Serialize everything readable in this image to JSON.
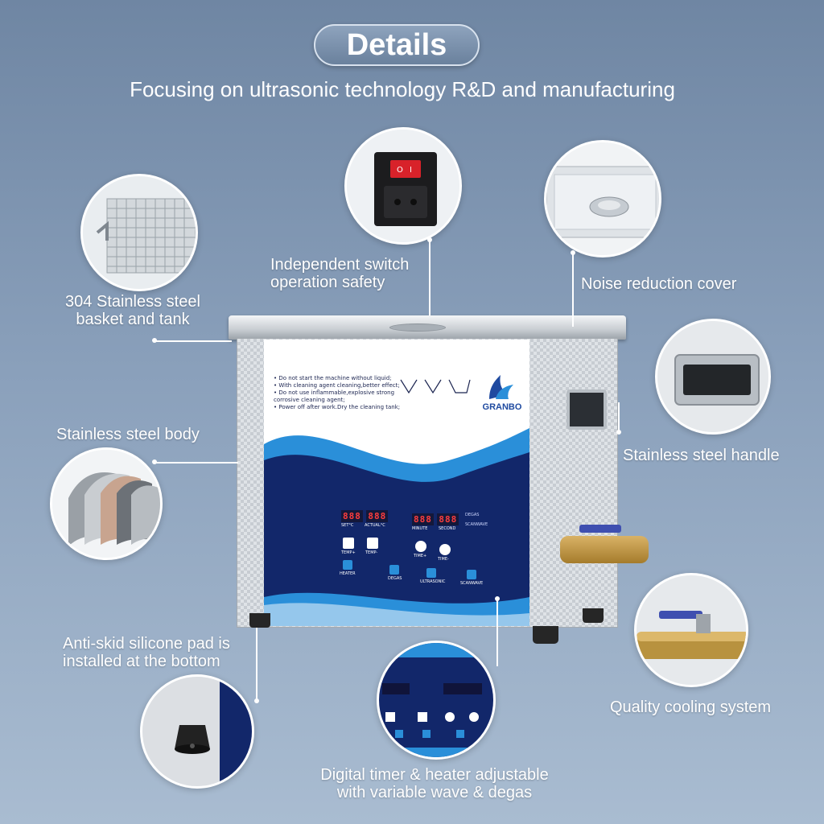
{
  "header": {
    "title": "Details",
    "subtitle": "Focusing on ultrasonic technology R&D and manufacturing"
  },
  "features": {
    "basket": {
      "line1": "304 Stainless steel",
      "line2": "basket and tank"
    },
    "switch": {
      "line1": "Independent switch",
      "line2": "operation safety"
    },
    "cover": {
      "line1": "Noise reduction cover"
    },
    "body": {
      "line1": "Stainless steel body"
    },
    "handle": {
      "line1": "Stainless steel handle"
    },
    "pad": {
      "line1": "Anti-skid silicone pad is",
      "line2": "installed at the bottom"
    },
    "cooling": {
      "line1": "Quality cooling system"
    },
    "timer": {
      "line1": "Digital timer & heater adjustable",
      "line2": "with variable wave & degas"
    }
  },
  "device": {
    "brand": "GRANBO",
    "warnings": [
      "• Do not start the machine without liquid;",
      "• With cleaning agent cleaning,better effect;",
      "• Do not use inflammable,explosive strong",
      "  corrosive cleaning agent;",
      "• Power off after work.Dry the cleaning tank;"
    ],
    "display_left": "888",
    "display_left_b": "888",
    "display_right": "888",
    "display_right_b": "888",
    "label_set": "SET°C",
    "label_actual": "ACTUAL°C",
    "label_minute": "MINUTE",
    "label_second": "SECOND",
    "label_degas": "DEGAS",
    "label_sweep": "SCANWAVE",
    "btn_temp_up": "TEMP+",
    "btn_temp_down": "TEMP-",
    "btn_time_up": "TIME+",
    "btn_time_down": "TIME-",
    "btn_heater": "HEATER",
    "btn_degas": "DEGAS",
    "btn_ultrasonic": "ULTRASONIC",
    "btn_sweep": "SCANWAVE"
  },
  "colors": {
    "panel_navy": "#12276a",
    "wave_blue": "#2a8fd9",
    "brand_blue": "#1f4aa0"
  }
}
